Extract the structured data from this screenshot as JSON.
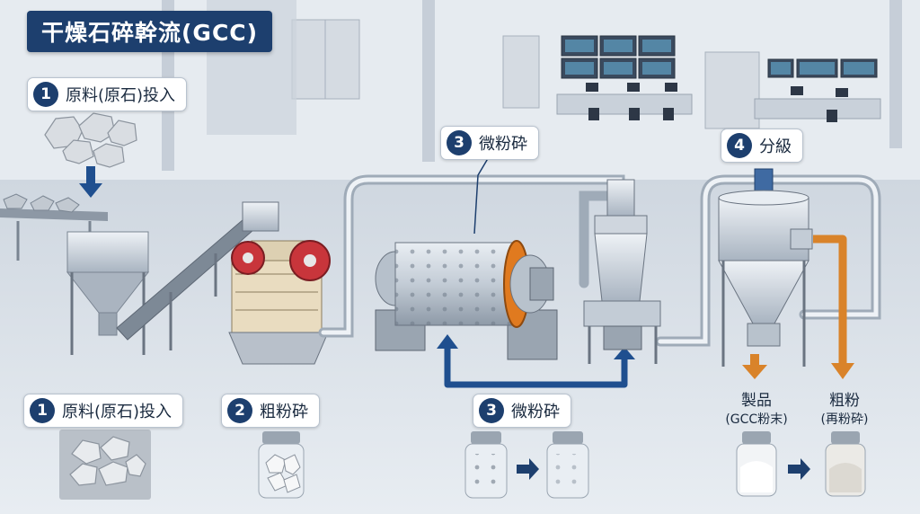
{
  "title": "干燥石碎幹流(GCC)",
  "process": {
    "step1": {
      "num": "1",
      "label": "原料(原石)投入"
    },
    "step3": {
      "num": "3",
      "label": "微粉砕"
    },
    "step4": {
      "num": "4",
      "label": "分級"
    }
  },
  "legend": {
    "step1": {
      "num": "1",
      "label": "原料(原石)投入"
    },
    "step2": {
      "num": "2",
      "label": "粗粉砕"
    },
    "step3": {
      "num": "3",
      "label": "微粉砕"
    }
  },
  "outputs": {
    "product": {
      "label": "製品",
      "sub": "(GCC粉末)"
    },
    "coarse": {
      "label": "粗粉",
      "sub": "(再粉砕)"
    }
  },
  "colors": {
    "title_bg": "#1d3f6e",
    "badge": "#1d3f6e",
    "return_arrow": "#1f4f8f",
    "product_arrow": "#d9832a",
    "mill_gear": "#e07a1f",
    "crusher_flywheel": "#c8353b"
  }
}
